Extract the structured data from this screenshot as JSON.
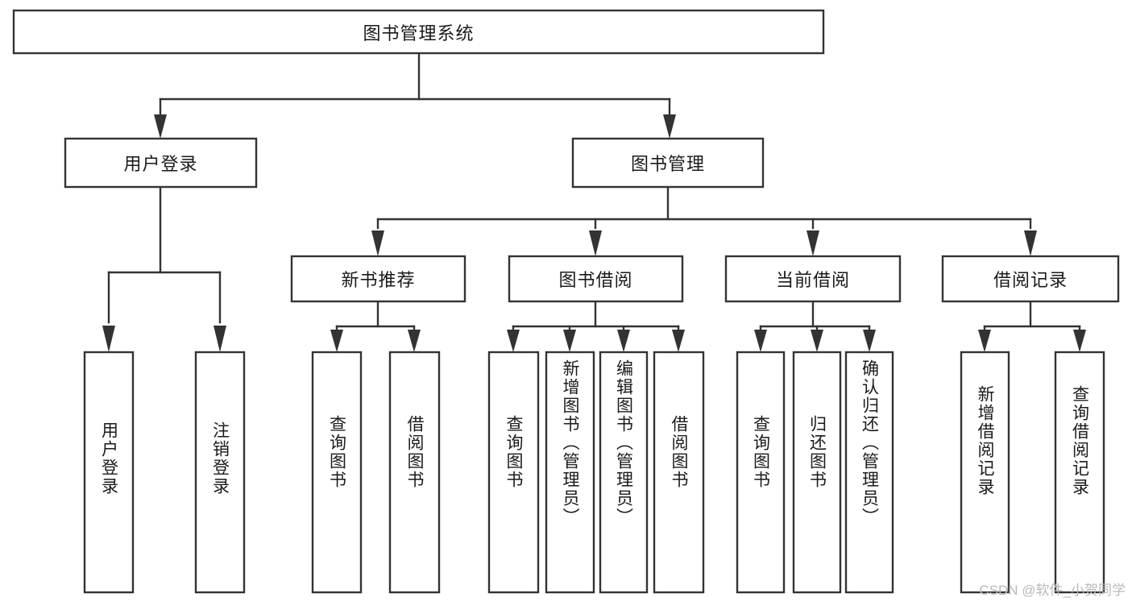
{
  "diagram": {
    "type": "hierarchy-tree",
    "title": "图书管理系统",
    "orientation": "top-down",
    "watermark": "CSDN @软件_小贺同学",
    "root": {
      "id": "root",
      "label": "图书管理系统"
    },
    "level2": [
      {
        "id": "user-login",
        "label": "用户登录"
      },
      {
        "id": "book-manage",
        "label": "图书管理"
      }
    ],
    "level3": [
      {
        "id": "new-book-recommend",
        "label": "新书推荐",
        "parent": "book-manage"
      },
      {
        "id": "book-borrow",
        "label": "图书借阅",
        "parent": "book-manage"
      },
      {
        "id": "current-borrow",
        "label": "当前借阅",
        "parent": "book-manage"
      },
      {
        "id": "borrow-record",
        "label": "借阅记录",
        "parent": "book-manage"
      }
    ],
    "leaves": {
      "user-login": [
        {
          "id": "leaf-user-login",
          "label": "用户登录"
        },
        {
          "id": "leaf-user-logout",
          "label": "注销登录"
        }
      ],
      "new-book-recommend": [
        {
          "id": "leaf-query-book-1",
          "label": "查询图书"
        },
        {
          "id": "leaf-borrow-book-1",
          "label": "借阅图书"
        }
      ],
      "book-borrow": [
        {
          "id": "leaf-query-book-2",
          "label": "查询图书"
        },
        {
          "id": "leaf-add-book",
          "label": "新增图书（管理员）"
        },
        {
          "id": "leaf-edit-book",
          "label": "编辑图书（管理员）"
        },
        {
          "id": "leaf-borrow-book-2",
          "label": "借阅图书"
        }
      ],
      "current-borrow": [
        {
          "id": "leaf-query-book-3",
          "label": "查询图书"
        },
        {
          "id": "leaf-return-book",
          "label": "归还图书"
        },
        {
          "id": "leaf-confirm-return",
          "label": "确认归还（管理员）"
        }
      ],
      "borrow-record": [
        {
          "id": "leaf-add-record",
          "label": "新增借阅记录"
        },
        {
          "id": "leaf-query-record",
          "label": "查询借阅记录"
        }
      ]
    },
    "colors": {
      "stroke": "#333333",
      "box_fill": "#ffffff",
      "text": "#1a1a1a",
      "background": "#ffffff",
      "watermark": "#b9b9b9"
    }
  }
}
